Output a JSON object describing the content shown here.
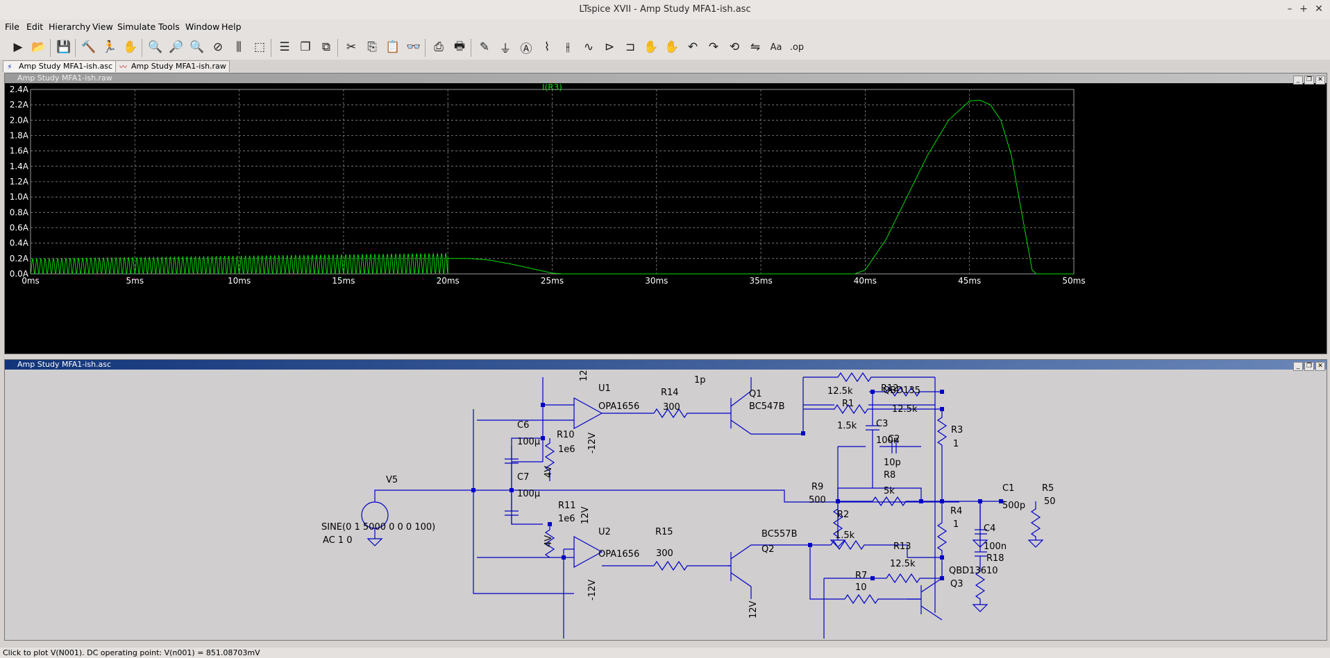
{
  "window": {
    "title": "LTspice XVII - Amp Study MFA1-ish.asc",
    "minimize": "–",
    "maximize": "+",
    "close": "✕"
  },
  "menu": [
    "File",
    "Edit",
    "Hierarchy",
    "View",
    "Simulate",
    "Tools",
    "Window",
    "Help"
  ],
  "toolbar_icons": [
    "run-icon",
    "open-icon",
    "save-icon",
    "control-panel-icon",
    "run-man-icon",
    "pan-hand-icon",
    "zoom-in-icon",
    "zoom-box-icon",
    "zoom-out-icon",
    "zoom-cancel-icon",
    "autorange-icon",
    "erase-trace-icon",
    "tile-horizontal-icon",
    "cascade-icon",
    "tile-vertical-icon",
    "cut-icon",
    "copy-icon",
    "paste-icon",
    "find-icon",
    "print-setup-icon",
    "print-icon",
    "draw-wire-icon",
    "ground-icon",
    "label-net-icon",
    "resistor-icon",
    "capacitor-icon",
    "inductor-icon",
    "diode-icon",
    "component-icon",
    "move-icon",
    "drag-icon",
    "undo-icon",
    "redo-icon",
    "rotate-icon",
    "mirror-icon",
    "text-icon",
    "spice-directive-icon"
  ],
  "toolbar_glyphs": {
    "run-icon": "▶",
    "open-icon": "📂",
    "save-icon": "💾",
    "control-panel-icon": "🔨",
    "run-man-icon": "🏃",
    "pan-hand-icon": "✋",
    "zoom-in-icon": "🔍",
    "zoom-box-icon": "🔎",
    "zoom-out-icon": "🔍",
    "zoom-cancel-icon": "⊘",
    "autorange-icon": "⫼",
    "erase-trace-icon": "⬚",
    "tile-horizontal-icon": "☰",
    "cascade-icon": "❐",
    "tile-vertical-icon": "⧉",
    "cut-icon": "✂",
    "copy-icon": "⎘",
    "paste-icon": "📋",
    "find-icon": "👓",
    "print-setup-icon": "⎙",
    "print-icon": "🖶",
    "draw-wire-icon": "✎",
    "ground-icon": "⏚",
    "label-net-icon": "Ⓐ",
    "resistor-icon": "⌇",
    "capacitor-icon": "⫲",
    "inductor-icon": "∿",
    "diode-icon": "⊳",
    "component-icon": "⊐",
    "move-icon": "✋",
    "drag-icon": "✋",
    "undo-icon": "↶",
    "redo-icon": "↷",
    "rotate-icon": "⟲",
    "mirror-icon": "⇋",
    "text-icon": "Aa",
    "spice-directive-icon": ".op"
  },
  "tabs": [
    {
      "label": "Amp Study MFA1-ish.asc",
      "active": true
    },
    {
      "label": "Amp Study MFA1-ish.raw",
      "active": false
    }
  ],
  "plot_window": {
    "title": "Amp Study MFA1-ish.raw",
    "trace_label": "I(R3)",
    "trace_color": "#00e000"
  },
  "schematic_window": {
    "title": "Amp Study MFA1-ish.asc"
  },
  "chart_data": {
    "type": "line",
    "title": "I(R3)",
    "xlabel": "",
    "ylabel": "",
    "xlim": [
      0,
      50
    ],
    "x_unit": "ms",
    "ylim": [
      0,
      2.4
    ],
    "y_unit": "A",
    "x_ticks": [
      "0ms",
      "5ms",
      "10ms",
      "15ms",
      "20ms",
      "25ms",
      "30ms",
      "35ms",
      "40ms",
      "45ms",
      "50ms"
    ],
    "y_ticks": [
      "0.0A",
      "0.2A",
      "0.4A",
      "0.6A",
      "0.8A",
      "1.0A",
      "1.2A",
      "1.4A",
      "1.6A",
      "1.8A",
      "2.0A",
      "2.2A",
      "2.4A"
    ],
    "grid": true,
    "series": [
      {
        "name": "I(R3)",
        "oscillation": {
          "x_start": 0,
          "x_end": 20,
          "cycles": 100,
          "min": 0.0,
          "max_start": 0.2,
          "max_end": 0.27
        },
        "points": [
          [
            20,
            0.2
          ],
          [
            21,
            0.2
          ],
          [
            22,
            0.18
          ],
          [
            23,
            0.13
          ],
          [
            24,
            0.07
          ],
          [
            25,
            0.01
          ],
          [
            25.5,
            0
          ],
          [
            39.5,
            0
          ],
          [
            40,
            0.05
          ],
          [
            41,
            0.45
          ],
          [
            42,
            1.0
          ],
          [
            43,
            1.55
          ],
          [
            44,
            2.0
          ],
          [
            45,
            2.25
          ],
          [
            45.5,
            2.26
          ],
          [
            46,
            2.2
          ],
          [
            46.5,
            2.0
          ],
          [
            47,
            1.55
          ],
          [
            47.5,
            0.8
          ],
          [
            48,
            0.05
          ],
          [
            48.2,
            0
          ],
          [
            50,
            0
          ]
        ]
      }
    ]
  },
  "schematic": {
    "components": [
      {
        "id": "U1",
        "model": "OPA1656"
      },
      {
        "id": "U2",
        "model": "OPA1656"
      },
      {
        "id": "Q1",
        "model": "BC547B"
      },
      {
        "id": "Q2",
        "model": "BC557B"
      },
      {
        "id": "Q3",
        "model": "QBD136"
      },
      {
        "id": "R12_model",
        "model": "QBD135"
      }
    ],
    "labels": {
      "u1_top": "12",
      "u1": "U1",
      "u1_model": "OPA1656",
      "u1_neg": "-12V",
      "r14": "R14",
      "r14v": "300",
      "c1p": "1p",
      "q1": "Q1",
      "q1_model": "BC547B",
      "r_top_val": "12.5k",
      "r12": "R12",
      "qbd135": "QBD135",
      "r12v": "12.5k",
      "r1": "R1",
      "r1v": "1.5k",
      "r3": "R3",
      "r3v": "1",
      "c3": "C3",
      "c3v": "100n",
      "c2": "C2",
      "c2v": "10p",
      "r8": "R8",
      "r8v": "5k",
      "c6": "C6",
      "c6v": "100µ",
      "r10": "R10",
      "r10v": "1e6",
      "v4a": "4V",
      "c7": "C7",
      "c7v": "100µ",
      "r11": "R11",
      "r11v": "1e6",
      "v4b": "4V",
      "v5": "V5",
      "sine": "SINE(0 1 5000 0 0 0 100)",
      "ac": "AC 1 0",
      "r9": "R9",
      "r9v": "500",
      "r2": "R2",
      "r2v": "1.5k",
      "r4": "R4",
      "r4v": "1",
      "c1": "C1",
      "c1v": "500p",
      "r5": "R5",
      "r5v": "50",
      "c4": "C4",
      "c4v": "100n",
      "r18": "R18",
      "r18v": "10",
      "u2": "U2",
      "u2_pos": "12V",
      "u2_neg": "-12V",
      "u2_model": "OPA1656",
      "r15": "R15",
      "r15v": "300",
      "q2": "Q2",
      "q2_model": "BC557B",
      "q2_v": "12V",
      "r13": "R13",
      "r13v": "12.5k",
      "r7": "R7",
      "r7v": "10",
      "q3": "Q3",
      "qbd136": "QBD136"
    }
  },
  "status": {
    "text": "Click to plot V(N001).  DC operating point: V(n001) = 851.08703mV"
  }
}
